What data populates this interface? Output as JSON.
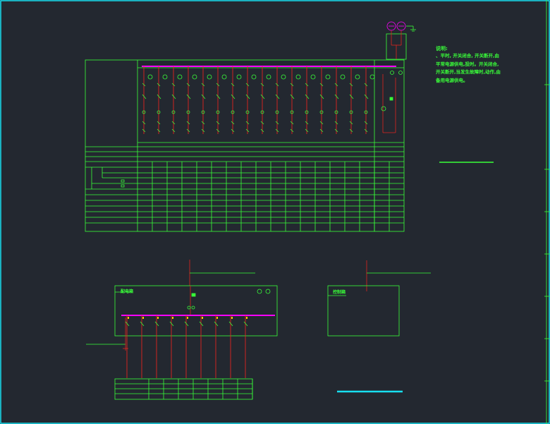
{
  "notes": {
    "title": "说明:",
    "body": "、平时, 开关闭合, 开关断开,由平常电源供电,投时。开关闭合, 开关断开,当发生故障时,动作,由备用电源供电。"
  },
  "panels": {
    "left_label": "配电箱",
    "right_label": "控制箱"
  },
  "colors": {
    "background": "#232830",
    "line": "#39ff39",
    "bus": "#ff00ff",
    "feeder": "#e0251f",
    "accent": "#18e0f0"
  }
}
